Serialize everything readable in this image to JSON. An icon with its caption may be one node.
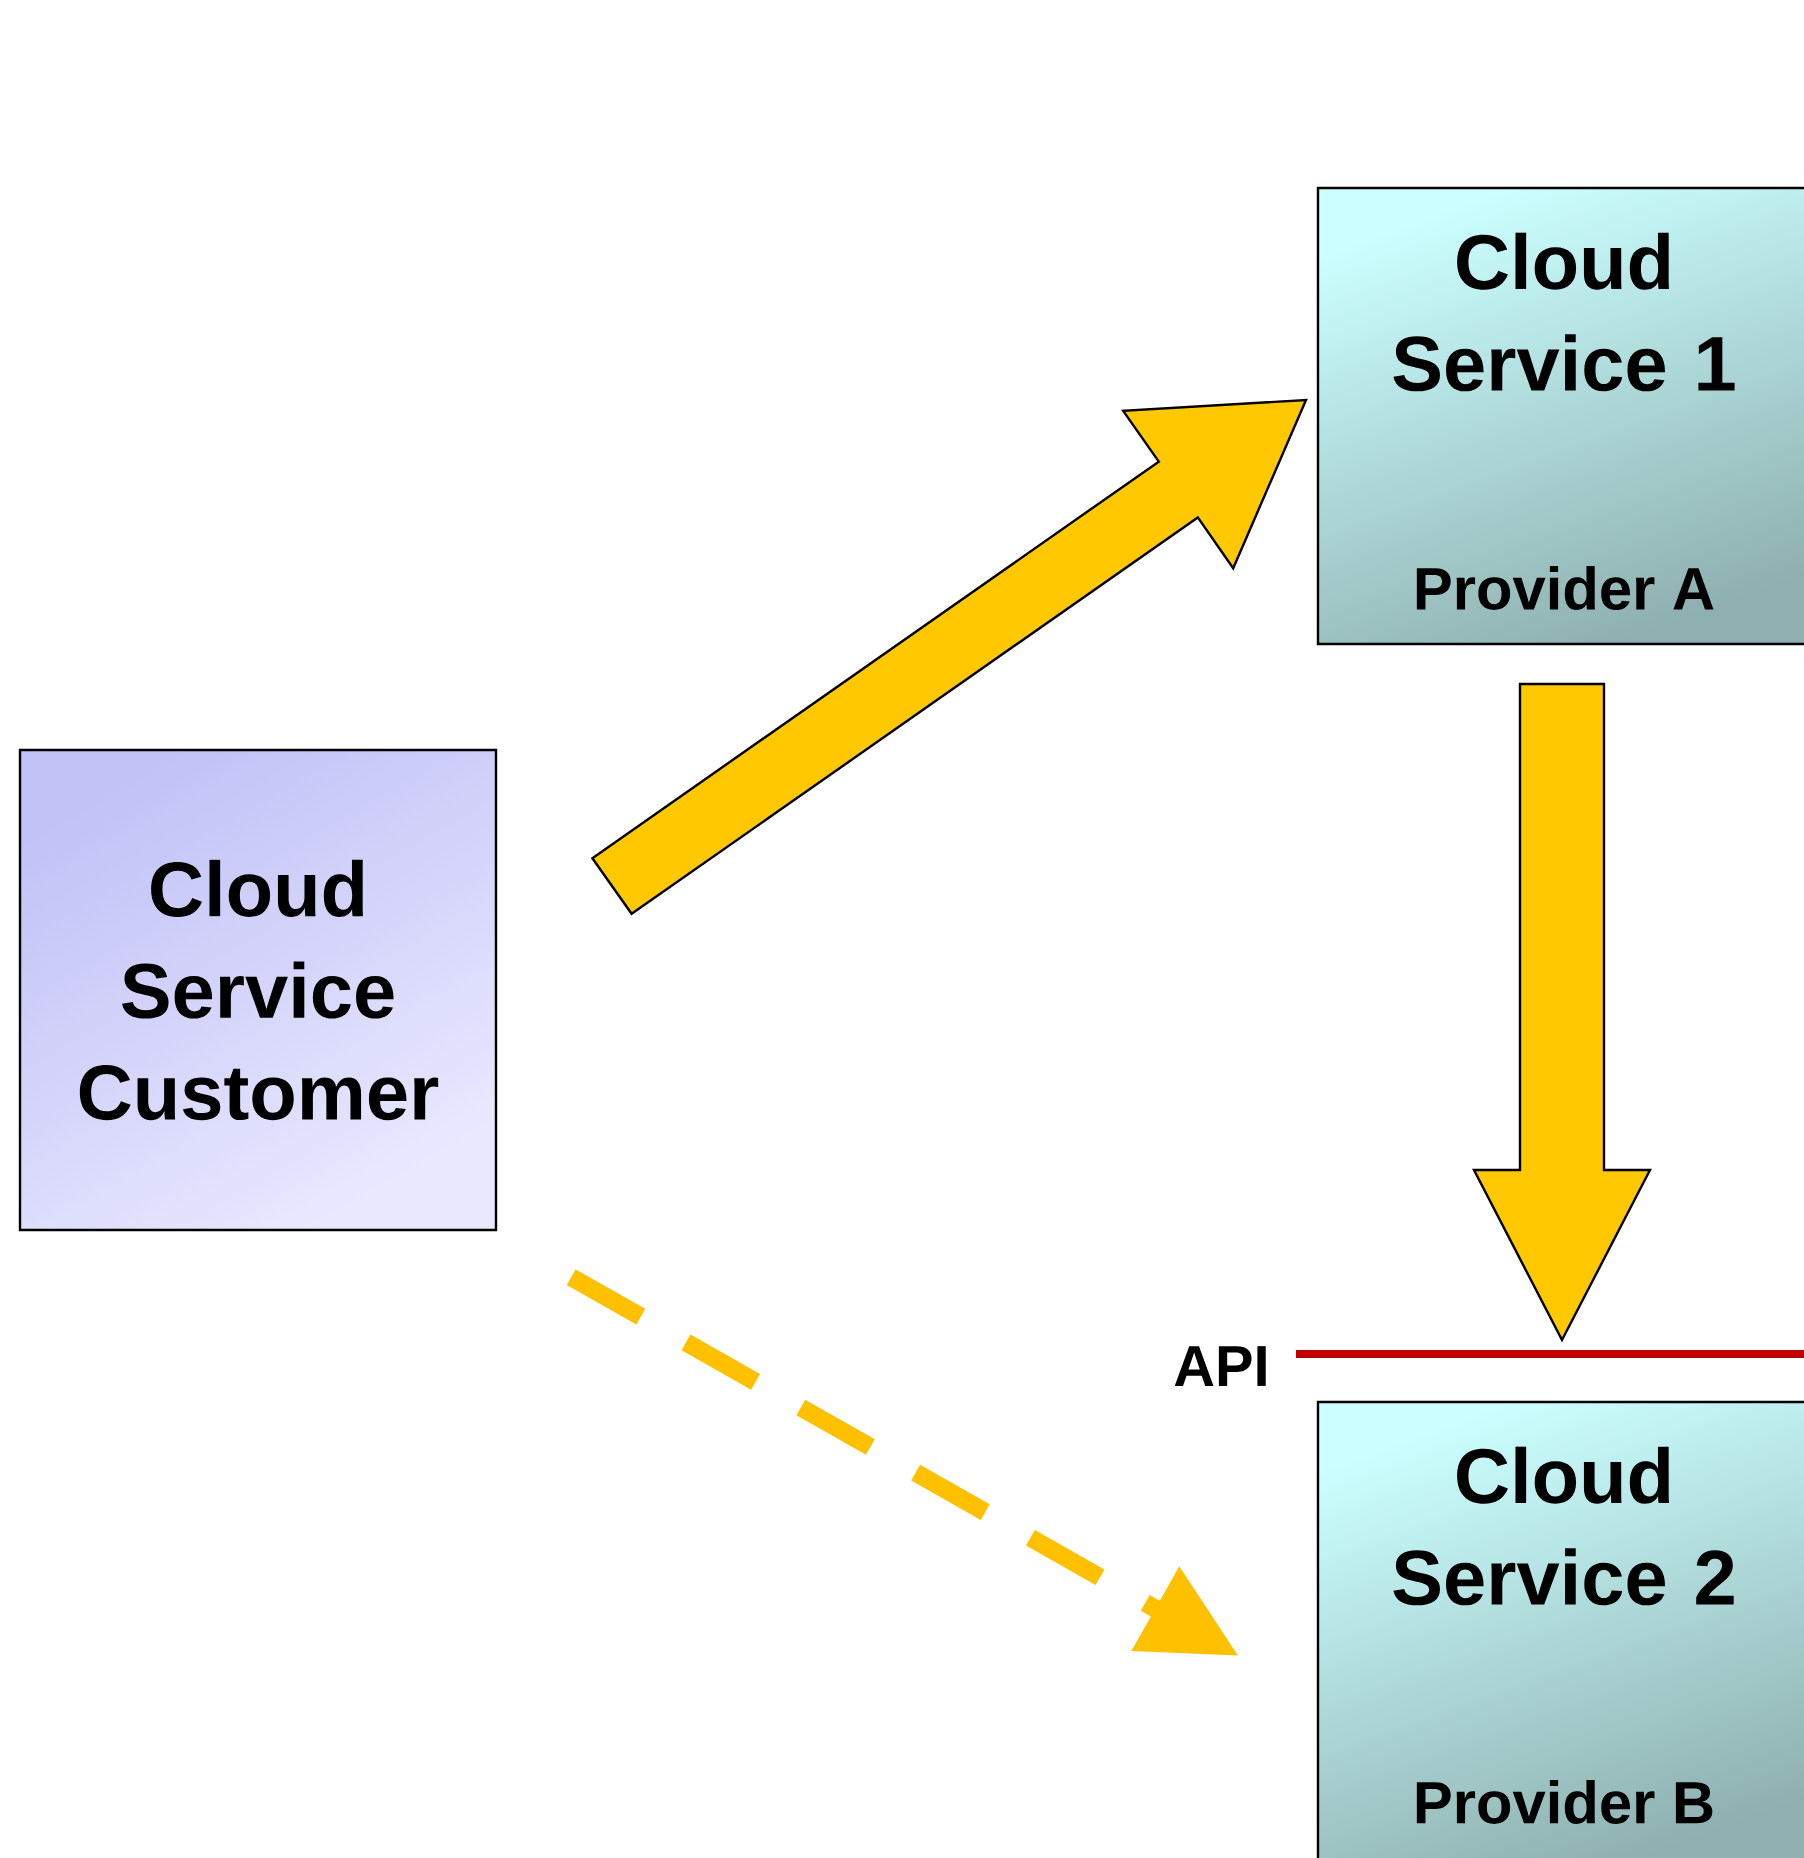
{
  "diagram": {
    "nodes": [
      {
        "text": [
          "Cloud Service Customer"
        ]
      },
      {
        "text": [
          "Cloud Service 1",
          "Provider A"
        ]
      },
      {
        "text": [
          "Cloud Service 2",
          "Provider B"
        ]
      },
      {
        "text": [
          "API"
        ]
      }
    ],
    "edges": [
      {
        "from": 0,
        "to": 1,
        "arrow": "to",
        "style": "thick",
        "color": "#ffc800"
      },
      {
        "from": 1,
        "to": 3,
        "arrow": "to",
        "style": "thick",
        "color": "#ffc800"
      },
      {
        "from": 0,
        "to": 2,
        "arrow": "to",
        "style": "dashed",
        "color": "#ffc000"
      }
    ]
  }
}
